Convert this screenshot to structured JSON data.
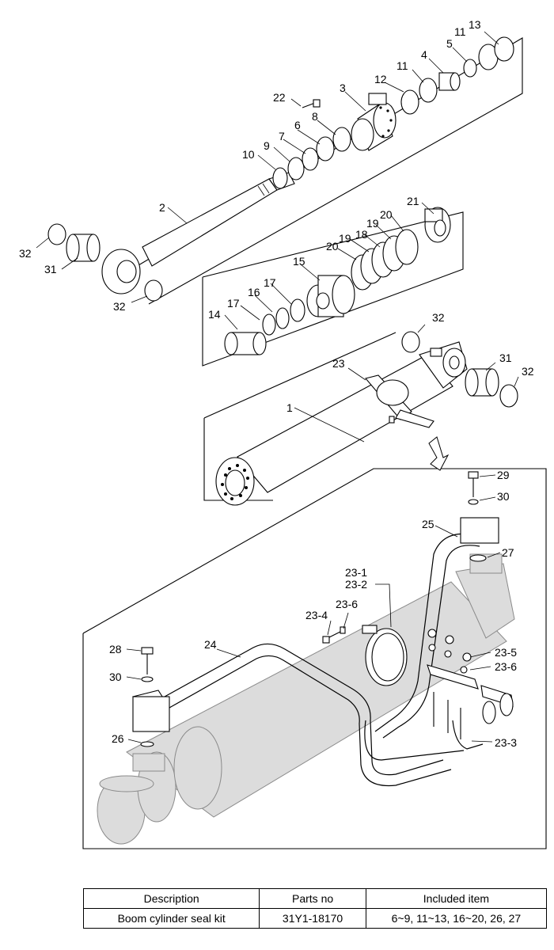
{
  "callouts": {
    "c1": "1",
    "c2": "2",
    "c3": "3",
    "c4": "4",
    "c5": "5",
    "c6": "6",
    "c7": "7",
    "c8": "8",
    "c9": "9",
    "c10": "10",
    "c11a": "11",
    "c11b": "11",
    "c12": "12",
    "c13": "13",
    "c14": "14",
    "c15": "15",
    "c16": "16",
    "c17a": "17",
    "c17b": "17",
    "c18": "18",
    "c19a": "19",
    "c19b": "19",
    "c20a": "20",
    "c20b": "20",
    "c21": "21",
    "c22": "22",
    "c23": "23",
    "c23_1": "23-1",
    "c23_2": "23-2",
    "c23_3": "23-3",
    "c23_4": "23-4",
    "c23_5": "23-5",
    "c23_6a": "23-6",
    "c23_6b": "23-6",
    "c24": "24",
    "c25": "25",
    "c26": "26",
    "c27": "27",
    "c28": "28",
    "c29": "29",
    "c30a": "30",
    "c30b": "30",
    "c31a": "31",
    "c31b": "31",
    "c32a": "32",
    "c32b": "32",
    "c32c": "32",
    "c32d": "32"
  },
  "seal_kit_table": {
    "headers": {
      "description": "Description",
      "parts_no": "Parts no",
      "included": "Included item"
    },
    "row": {
      "description": "Boom cylinder seal kit",
      "parts_no": "31Y1-18170",
      "included": "6~9, 11~13, 16~20, 26, 27"
    }
  }
}
